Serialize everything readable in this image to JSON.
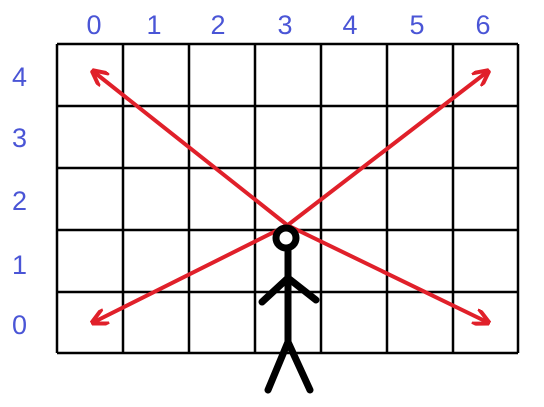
{
  "grid": {
    "columns": 7,
    "rows": 5,
    "line_color": "#000000",
    "top_labels": [
      "0",
      "1",
      "2",
      "3",
      "4",
      "5",
      "6"
    ],
    "left_labels": [
      "4",
      "3",
      "2",
      "1",
      "0"
    ],
    "label_color": "#4a55d6"
  },
  "arrows": {
    "color": "#e0202a",
    "origin": [
      3,
      1.5
    ],
    "targets": [
      [
        0,
        4
      ],
      [
        6,
        4
      ],
      [
        0,
        0
      ],
      [
        6,
        0
      ]
    ]
  },
  "figure": {
    "name": "stick-person",
    "color": "#000000"
  }
}
